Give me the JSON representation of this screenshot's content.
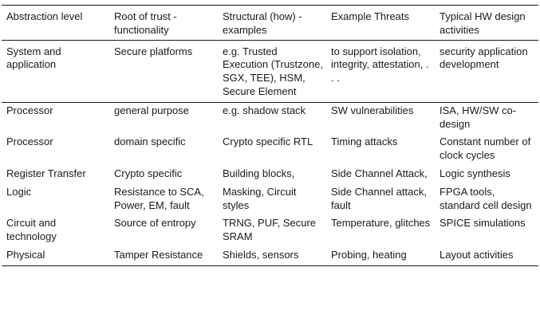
{
  "table": {
    "headers": [
      "Abstraction level",
      "Root of trust - functionality",
      "Structural (how) - examples",
      "Example Threats",
      "Typical HW design activities"
    ],
    "rows": [
      [
        "System and application",
        "Secure platforms",
        "e.g. Trusted Execution (Trustzone, SGX, TEE), HSM, Secure Element",
        "to support isolation, integrity, attestation, . . .",
        "security application development"
      ],
      [
        "Processor",
        "general purpose",
        "e.g. shadow stack",
        "SW vulnerabilities",
        "ISA, HW/SW co-design"
      ],
      [
        "Processor",
        "domain specific",
        "Crypto specific RTL",
        "Timing attacks",
        "Constant number of clock cycles"
      ],
      [
        "Register Transfer",
        "Crypto specific",
        "Building blocks,",
        "Side Channel Attack,",
        "Logic synthesis"
      ],
      [
        "Logic",
        "Resistance to SCA, Power, EM, fault",
        "Masking, Circuit styles",
        "Side Channel attack, fault",
        "FPGA tools, standard cell design"
      ],
      [
        "Circuit and technology",
        "Source of entropy",
        "TRNG, PUF, Secure SRAM",
        "Temperature, glitches",
        "SPICE simulations"
      ],
      [
        "Physical",
        "Tamper Resistance",
        "Shields, sensors",
        "Probing, heating",
        "Layout activities"
      ]
    ]
  }
}
